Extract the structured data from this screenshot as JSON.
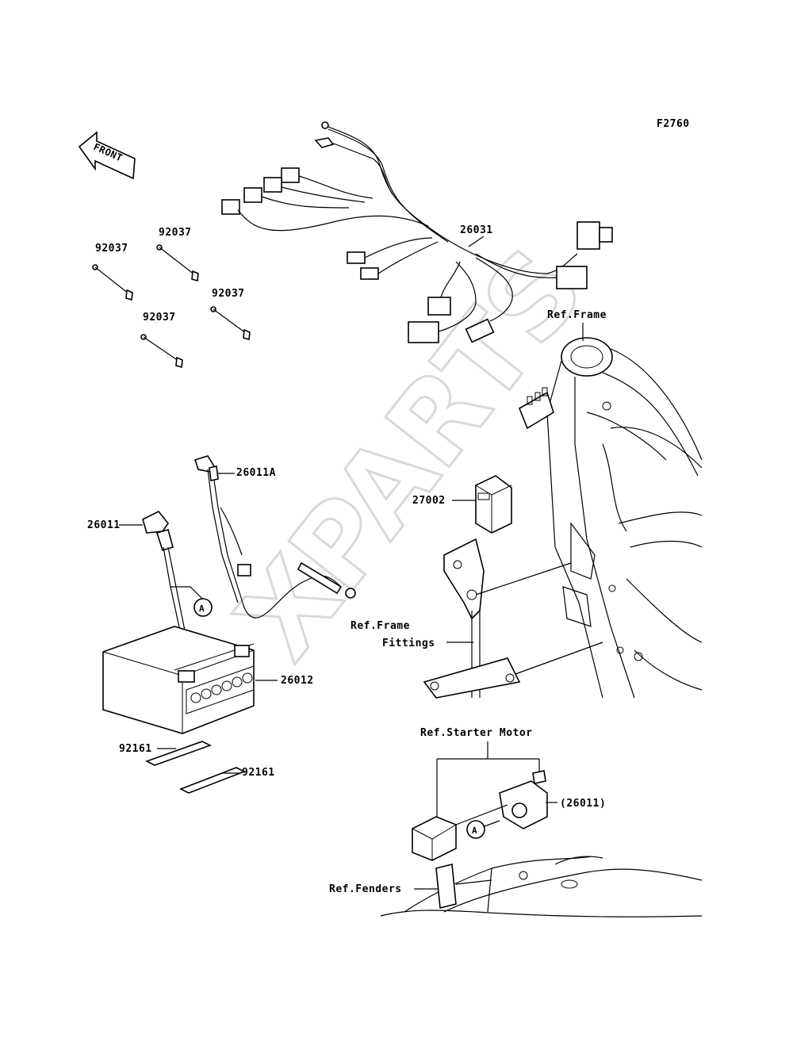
{
  "figure_id": "F2760",
  "front_arrow": "FRONT",
  "watermark": "XPARTS",
  "labels": {
    "harness": "26031",
    "band1": "92037",
    "band2": "92037",
    "band3": "92037",
    "band4": "92037",
    "ref_frame": "Ref.Frame",
    "cable_a": "26011A",
    "cable": "26011",
    "relay": "27002",
    "battery": "26012",
    "ref_frame_fittings_1": "Ref.Frame",
    "ref_frame_fittings_2": "Fittings",
    "pad1": "92161",
    "pad2": "92161",
    "ref_starter_motor": "Ref.Starter Motor",
    "cable_ref": "(26011)",
    "ref_fenders": "Ref.Fenders",
    "callout_a1": "A",
    "callout_a2": "A"
  }
}
